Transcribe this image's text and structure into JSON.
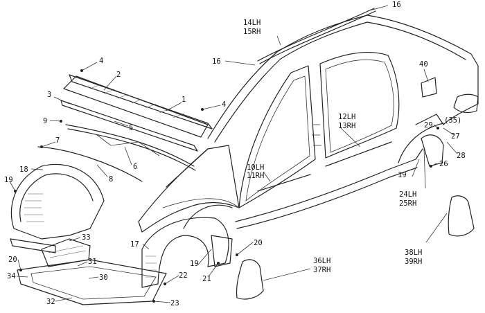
{
  "diagram": {
    "callouts": [
      {
        "id": "c1",
        "label": "1"
      },
      {
        "id": "c2",
        "label": "2"
      },
      {
        "id": "c3",
        "label": "3"
      },
      {
        "id": "c4a",
        "label": "4"
      },
      {
        "id": "c4b",
        "label": "4"
      },
      {
        "id": "c5",
        "label": "5"
      },
      {
        "id": "c6",
        "label": "6"
      },
      {
        "id": "c7",
        "label": "7"
      },
      {
        "id": "c8",
        "label": "8"
      },
      {
        "id": "c9",
        "label": "9"
      },
      {
        "id": "c10",
        "label": "10LH",
        "label2": "11RH"
      },
      {
        "id": "c12",
        "label": "12LH",
        "label2": "13RH"
      },
      {
        "id": "c14",
        "label": "14LH",
        "label2": "15RH"
      },
      {
        "id": "c16a",
        "label": "16"
      },
      {
        "id": "c16b",
        "label": "16"
      },
      {
        "id": "c17",
        "label": "17"
      },
      {
        "id": "c18",
        "label": "18"
      },
      {
        "id": "c19a",
        "label": "19"
      },
      {
        "id": "c19b",
        "label": "19"
      },
      {
        "id": "c19c",
        "label": "19"
      },
      {
        "id": "c20a",
        "label": "20"
      },
      {
        "id": "c20b",
        "label": "20"
      },
      {
        "id": "c21",
        "label": "21"
      },
      {
        "id": "c22",
        "label": "22"
      },
      {
        "id": "c23",
        "label": "23"
      },
      {
        "id": "c24",
        "label": "24LH",
        "label2": "25RH"
      },
      {
        "id": "c26",
        "label": "26"
      },
      {
        "id": "c27",
        "label": "27"
      },
      {
        "id": "c28",
        "label": "28"
      },
      {
        "id": "c29",
        "label": "29"
      },
      {
        "id": "c35",
        "label": "(35)"
      },
      {
        "id": "c30",
        "label": "30"
      },
      {
        "id": "c31",
        "label": "31"
      },
      {
        "id": "c32",
        "label": "32"
      },
      {
        "id": "c33",
        "label": "33"
      },
      {
        "id": "c34",
        "label": "34"
      },
      {
        "id": "c36",
        "label": "36LH",
        "label2": "37RH"
      },
      {
        "id": "c38",
        "label": "38LH",
        "label2": "39RH"
      },
      {
        "id": "c40",
        "label": "40"
      }
    ]
  }
}
